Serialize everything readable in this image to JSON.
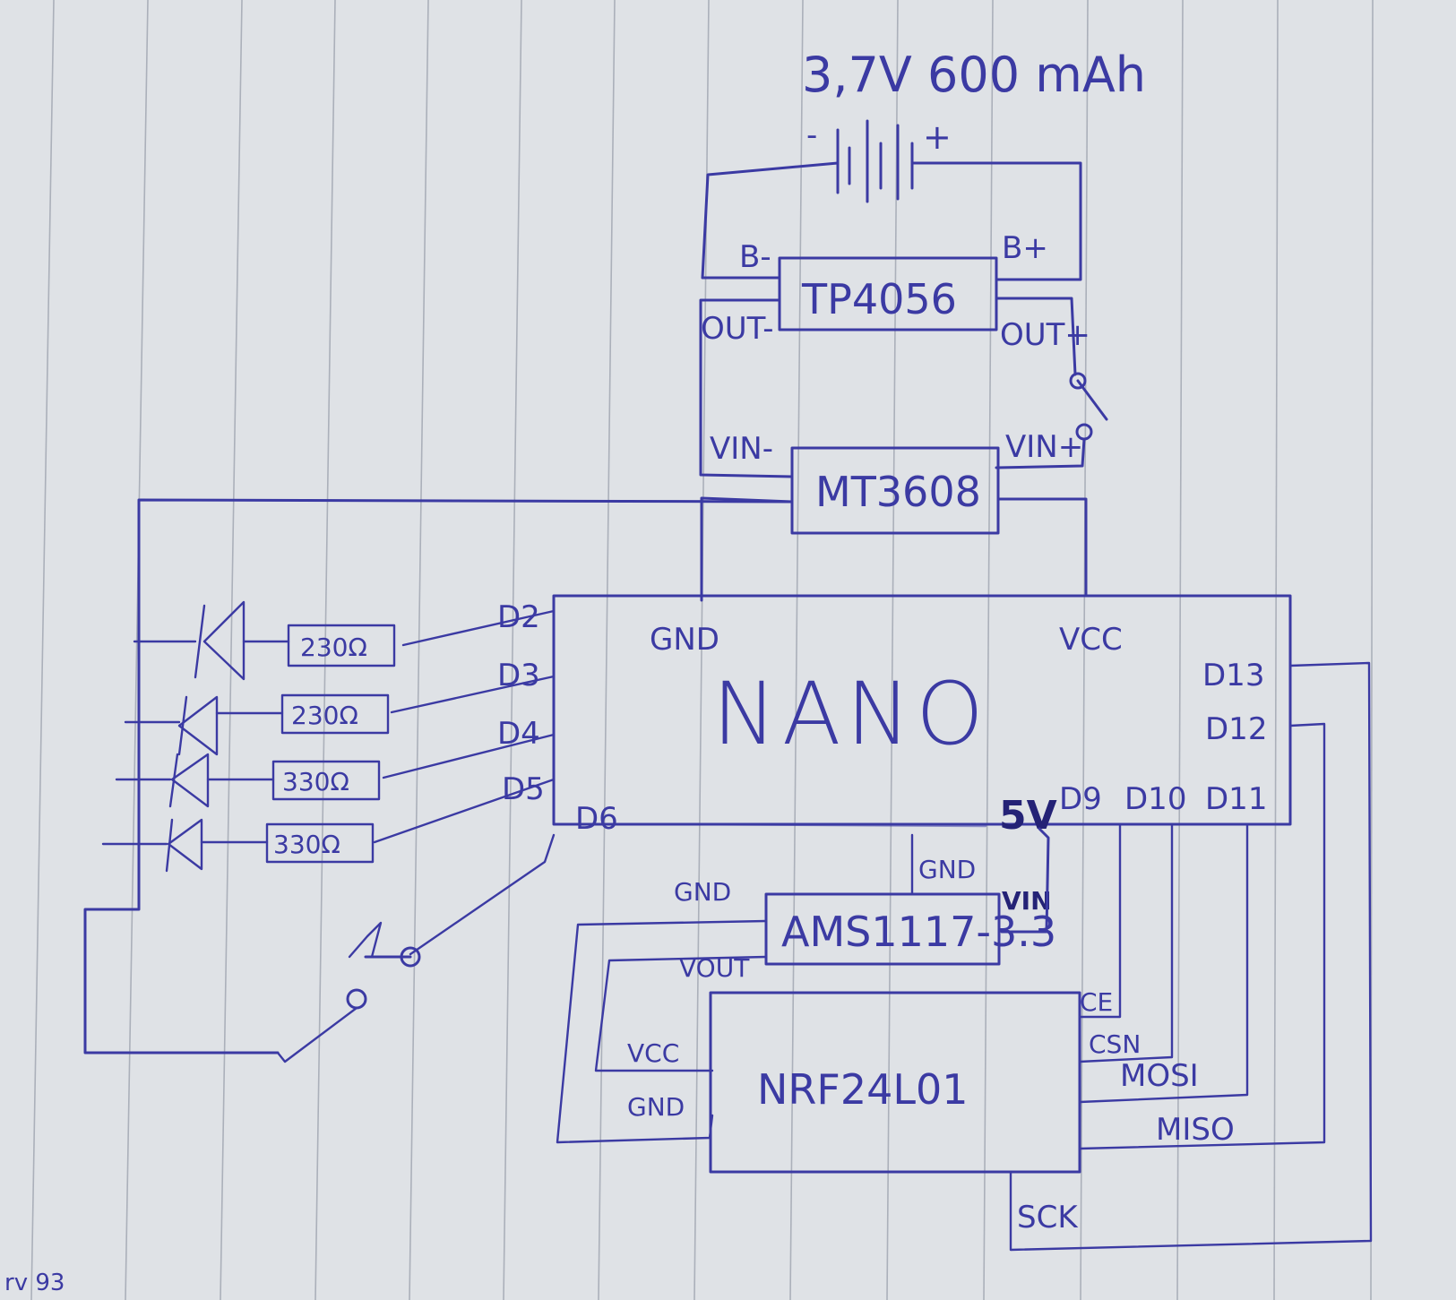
{
  "battery": {
    "label": "3,7V 600 mAh",
    "minus": "-",
    "plus": "+"
  },
  "modules": {
    "charger": "TP4056",
    "boost": "MT3608",
    "mcu": "NANO",
    "regulator": "AMS1117-3.3",
    "radio": "NRF24L01"
  },
  "charger_pins": {
    "b_minus": "B-",
    "b_plus": "B+",
    "out_minus": "OUT-",
    "out_plus": "OUT+"
  },
  "boost_pins": {
    "vin_minus": "VIN-",
    "vin_plus": "VIN+"
  },
  "nano_pins": {
    "gnd": "GND",
    "vcc": "VCC",
    "d2": "D2",
    "d3": "D3",
    "d4": "D4",
    "d5": "D5",
    "d6": "D6",
    "d13": "D13",
    "d12": "D12",
    "d11": "D11",
    "d10": "D10",
    "d9": "D9",
    "v5": "5V"
  },
  "regulator_pins": {
    "gnd_top": "GND",
    "gnd_left": "GND",
    "vin": "VIN",
    "vout": "VOUT"
  },
  "radio_pins": {
    "vcc": "VCC",
    "gnd": "GND",
    "ce": "CE",
    "csn": "CSN",
    "mosi": "MOSI",
    "miso": "MISO",
    "sck": "SCK"
  },
  "resistors": [
    "230Ω",
    "230Ω",
    "330Ω",
    "330Ω"
  ],
  "corner_note": "rv 93"
}
